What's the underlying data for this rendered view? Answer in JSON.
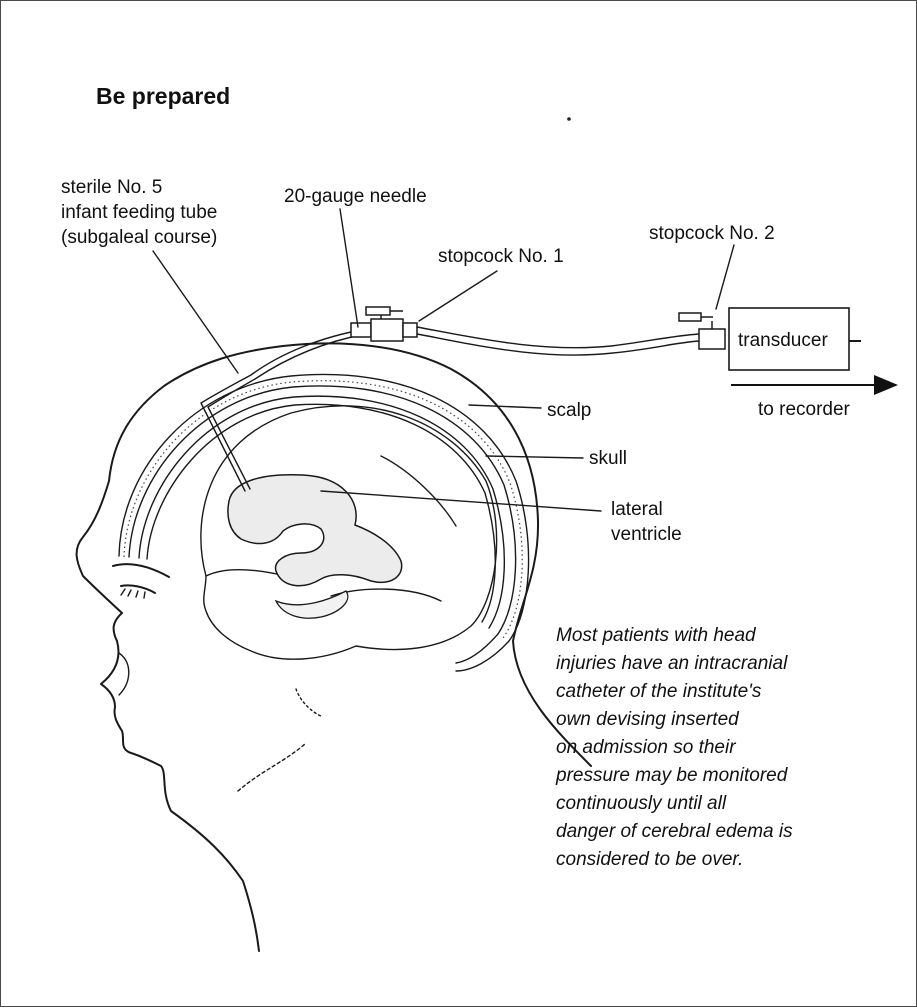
{
  "title": "Be prepared",
  "labels": {
    "feeding_tube": [
      "sterile No. 5",
      "infant feeding tube",
      "(subgaleal course)"
    ],
    "needle": "20-gauge needle",
    "stopcock1": "stopcock No. 1",
    "stopcock2": "stopcock No. 2",
    "transducer": "transducer",
    "recorder": "to recorder",
    "scalp": "scalp",
    "skull": "skull",
    "ventricle": [
      "lateral",
      "ventricle"
    ]
  },
  "caption": [
    "Most patients with head",
    "injuries have an intracranial",
    "catheter of the institute's",
    "own devising inserted",
    "on admission so their",
    "pressure may be monitored",
    "continuously until all",
    "danger of cerebral edema is",
    "considered to be over."
  ]
}
